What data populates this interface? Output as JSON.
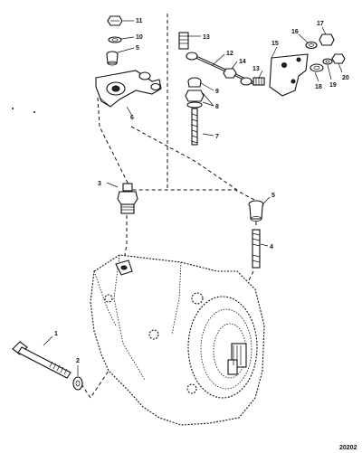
{
  "figure_number": "20202",
  "callouts": [
    {
      "id": "c1",
      "label": "1"
    },
    {
      "id": "c2",
      "label": "2"
    },
    {
      "id": "c3",
      "label": "3"
    },
    {
      "id": "c4",
      "label": "4"
    },
    {
      "id": "c5a",
      "label": "5"
    },
    {
      "id": "c5b",
      "label": "5"
    },
    {
      "id": "c6",
      "label": "6"
    },
    {
      "id": "c7",
      "label": "7"
    },
    {
      "id": "c8",
      "label": "8"
    },
    {
      "id": "c9",
      "label": "9"
    },
    {
      "id": "c10",
      "label": "10"
    },
    {
      "id": "c11",
      "label": "11"
    },
    {
      "id": "c12",
      "label": "12"
    },
    {
      "id": "c13a",
      "label": "13"
    },
    {
      "id": "c13b",
      "label": "13"
    },
    {
      "id": "c14",
      "label": "14"
    },
    {
      "id": "c15",
      "label": "15"
    },
    {
      "id": "c16",
      "label": "16"
    },
    {
      "id": "c17",
      "label": "17"
    },
    {
      "id": "c18",
      "label": "18"
    },
    {
      "id": "c19",
      "label": "19"
    },
    {
      "id": "c20",
      "label": "20"
    }
  ]
}
